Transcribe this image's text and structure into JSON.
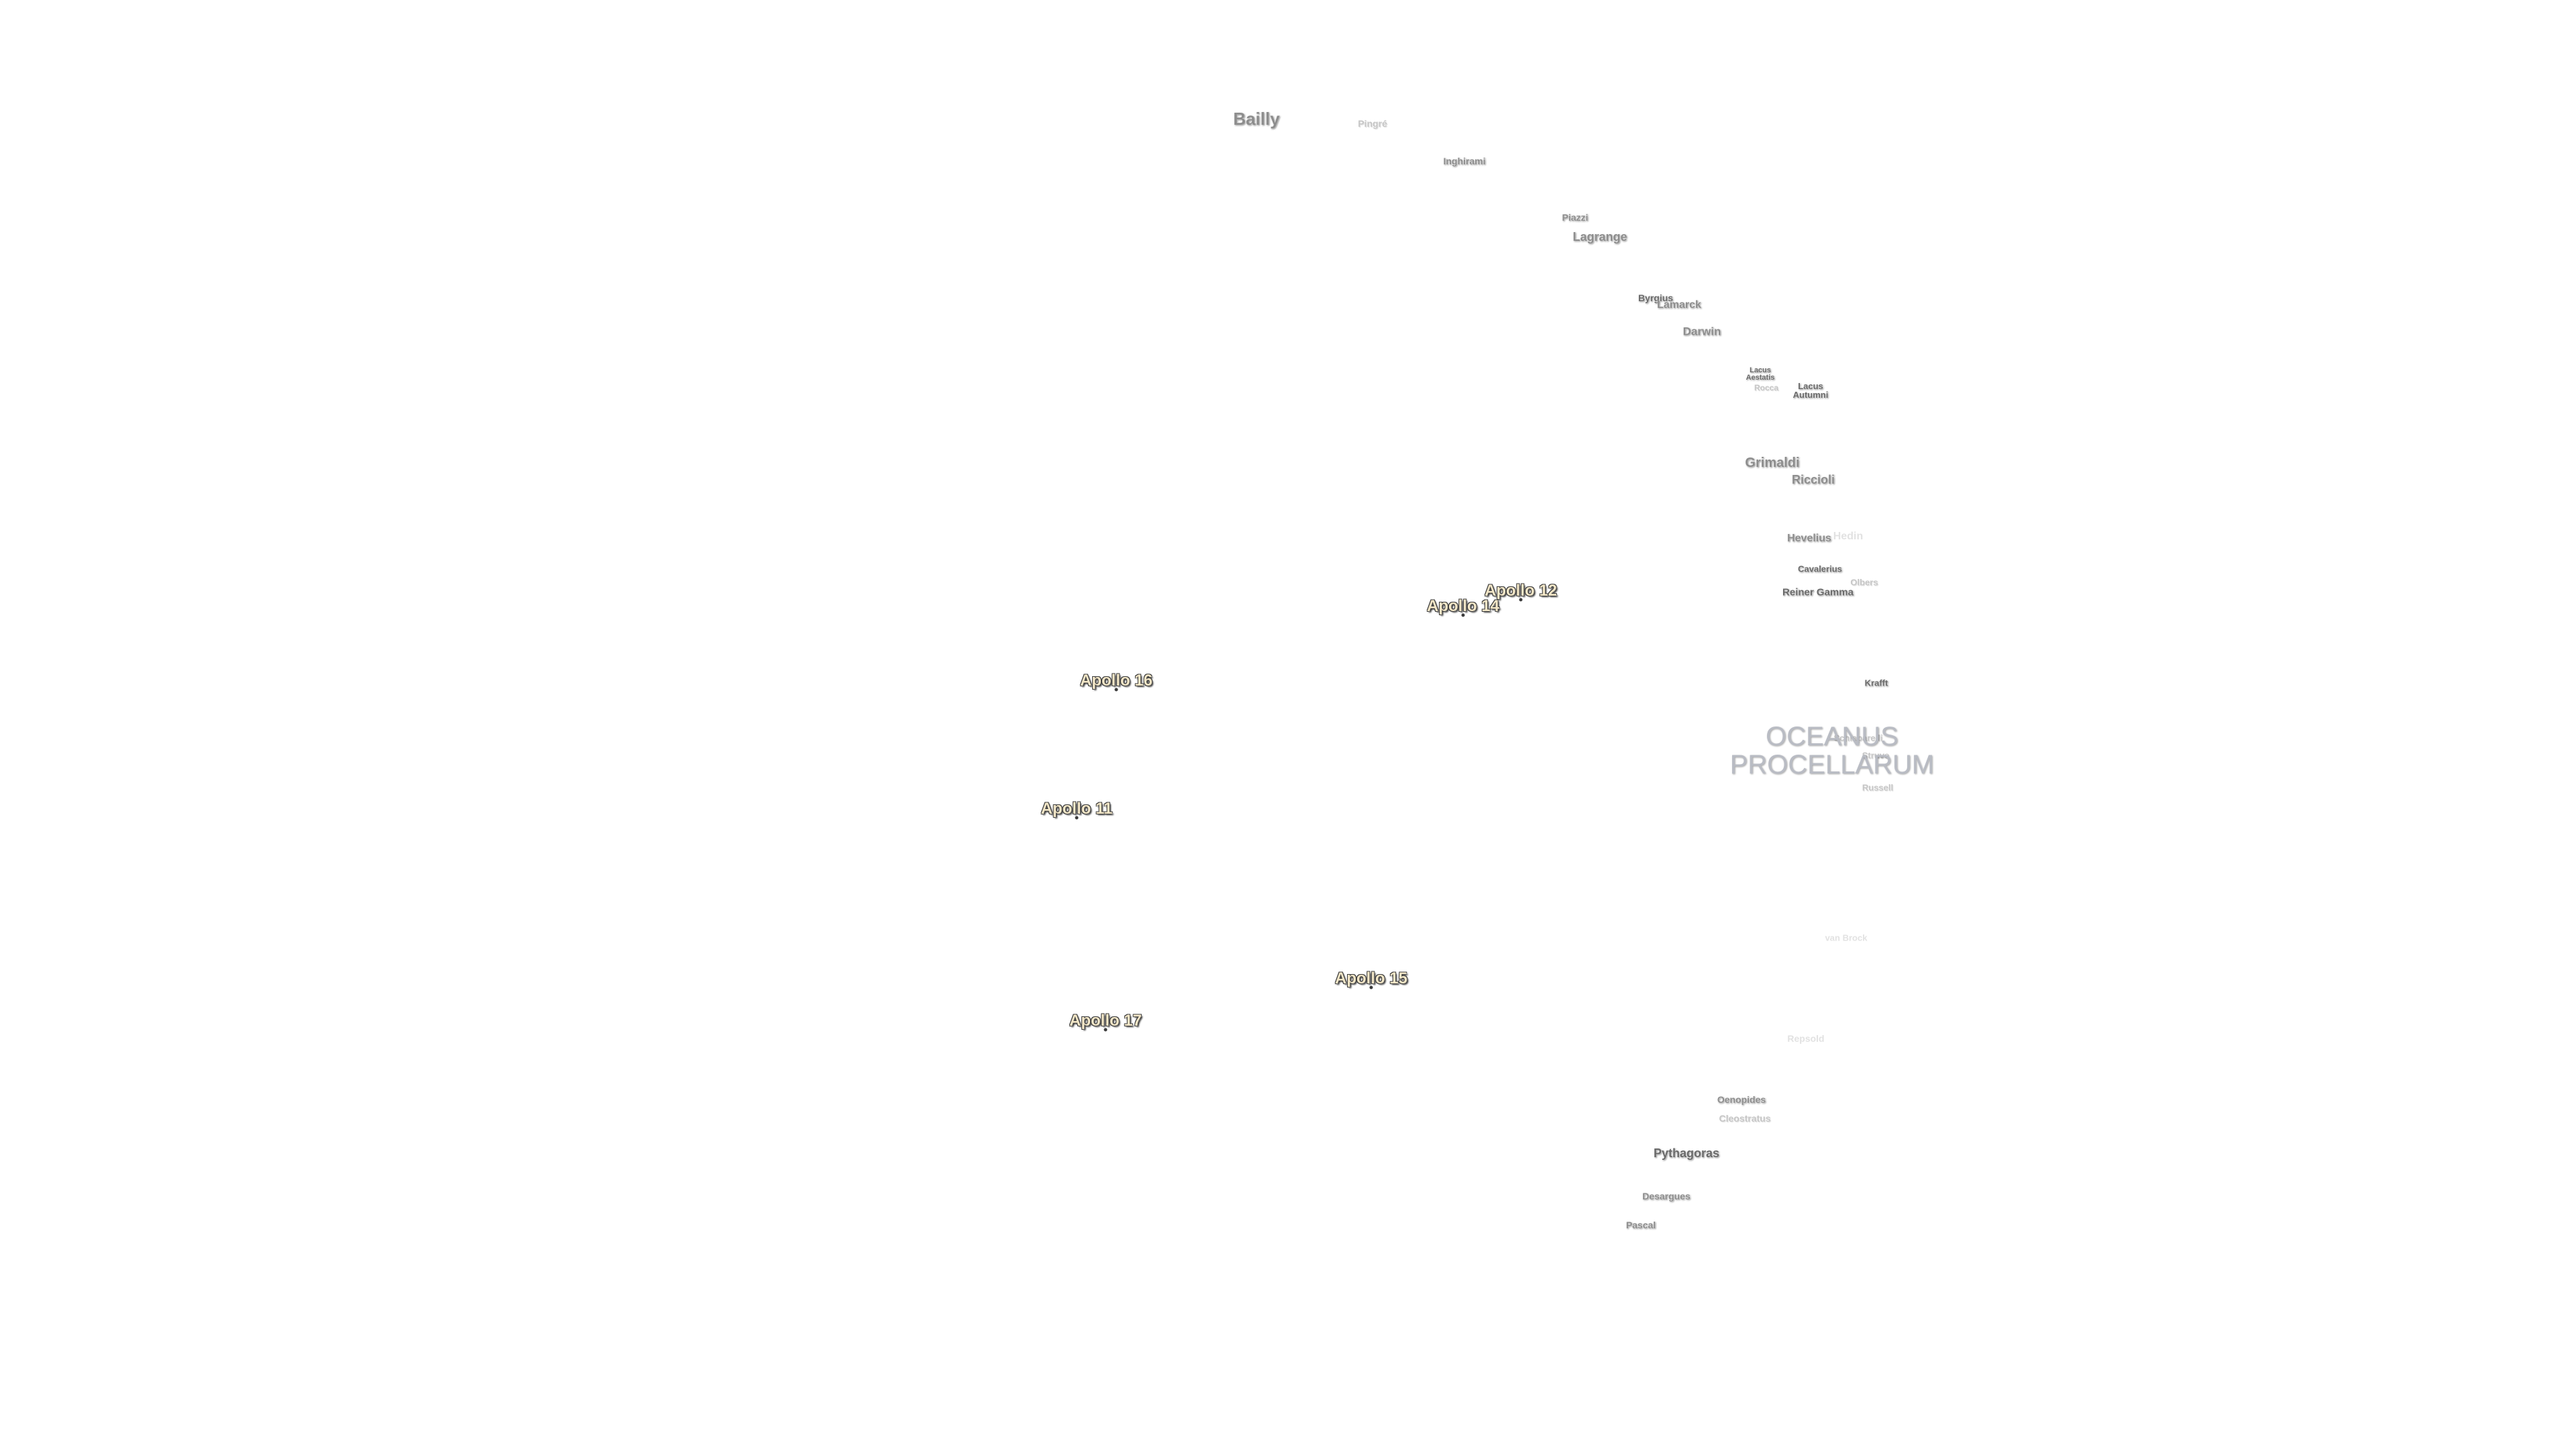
{
  "craters": {
    "bailly": "Bailly",
    "pingre": "Pingré",
    "inghirami": "Inghirami",
    "piazzi": "Piazzi",
    "lagrange": "Lagrange",
    "byrgius": "Byrgius",
    "lamarck": "Lamarck",
    "darwin": "Darwin",
    "lacus_aestatis": "Lacus Aestatis",
    "rocca": "Rocca",
    "lacus_autumni": "Lacus Autumni",
    "grimaldi": "Grimaldi",
    "riccioli": "Riccioli",
    "hevelius": "Hevelius",
    "hedin": "Hedin",
    "cavalerius": "Cavalerius",
    "olbers": "Olbers",
    "reiner_gamma": "Reiner Gamma",
    "krafft": "Krafft",
    "schiaparelli": "Schiaparelli",
    "struve": "Struve",
    "russell": "Russell",
    "van_brock": "van Brock",
    "unlabeled_faint": "",
    "repsold": "Repsold",
    "oenopides": "Oenopides",
    "cleostratus": "Cleostratus",
    "pythagoras": "Pythagoras",
    "desargues": "Desargues",
    "pascal": "Pascal"
  },
  "mare": {
    "line1": "OCEANUS",
    "line2": "PROCELLARUM"
  },
  "apollo_sites": {
    "apollo_12": "Apollo 12",
    "apollo_14": "Apollo 14",
    "apollo_16": "Apollo 16",
    "apollo_11": "Apollo 11",
    "apollo_15": "Apollo 15",
    "apollo_17": "Apollo 17"
  },
  "colors": {
    "background": "#ffffff",
    "crater_label": "#8d8d8d",
    "apollo_label": "#f2e6c7",
    "mare_label": "#b9bcc4"
  }
}
